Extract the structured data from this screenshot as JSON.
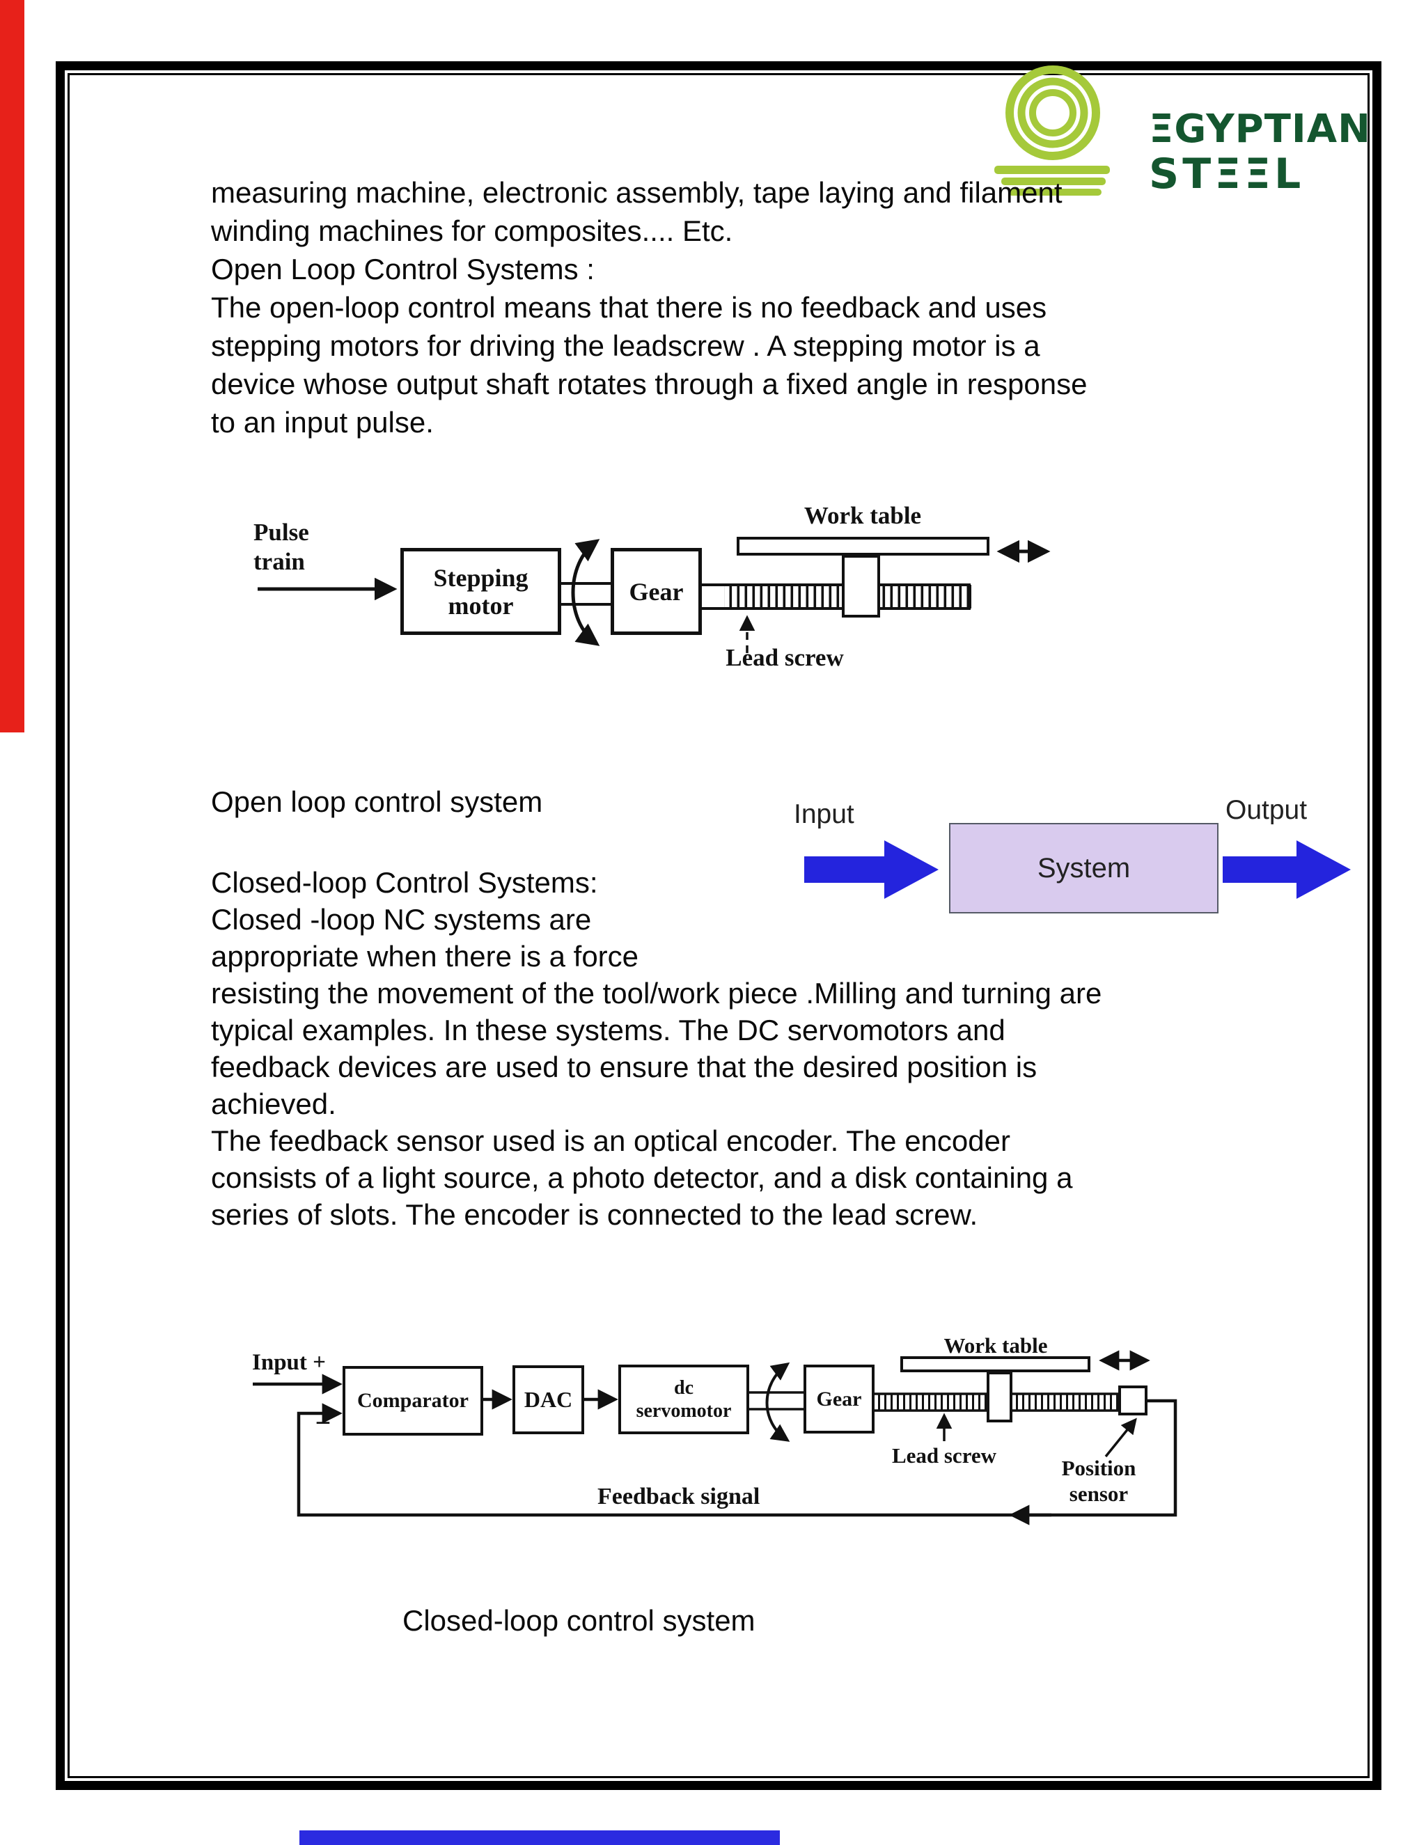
{
  "accents": {
    "left_bar_color": "#e7211a",
    "bottom_bar_color": "#2b2be0"
  },
  "logo": {
    "line1": "ΞGYPTIAN",
    "line2": "STΞΞL",
    "text_color": "#14562f",
    "coil_color": "#a5c93a"
  },
  "intro": {
    "lines": [
      "measuring machine, electronic assembly, tape laying and filament",
      "winding machines for composites.... Etc.",
      "Open Loop Control Systems :",
      "The open-loop control means that there is no feedback and uses",
      "stepping motors for driving the leadscrew . A stepping motor is a",
      "device whose output shaft rotates through a fixed angle in response",
      "to an input pulse."
    ]
  },
  "figure_open": {
    "pulse1": "Pulse",
    "pulse2": "train",
    "stepping1": "Stepping",
    "stepping2": "motor",
    "gear": "Gear",
    "work_table": "Work table",
    "lead_screw": "Lead screw"
  },
  "caption_open": "Open loop control system",
  "system_figure": {
    "input": "Input",
    "output": "Output",
    "system": "System",
    "arrow_color": "#2424dd",
    "box_fill": "#d9cbee"
  },
  "body2": {
    "lines": [
      "Closed-loop Control Systems:",
      "Closed -loop NC systems are",
      "appropriate when there is a force",
      "resisting the movement of the tool/work piece .Milling and turning are",
      "typical examples. In these systems.  The DC servomotors and",
      "feedback devices are used to ensure that the desired position is",
      "achieved.",
      "The feedback sensor used is an optical encoder. The encoder",
      "consists of a light source, a photo detector, and a disk containing a",
      "series of slots. The encoder is connected to the lead screw."
    ]
  },
  "figure_closed": {
    "input": "Input +",
    "minus": "−",
    "comparator": "Comparator",
    "dac": "DAC",
    "servo1": "dc",
    "servo2": "servomotor",
    "gear": "Gear",
    "work_table": "Work table",
    "lead_screw": "Lead screw",
    "position1": "Position",
    "position2": "sensor",
    "feedback": "Feedback signal"
  },
  "caption_closed": "Closed-loop control system"
}
